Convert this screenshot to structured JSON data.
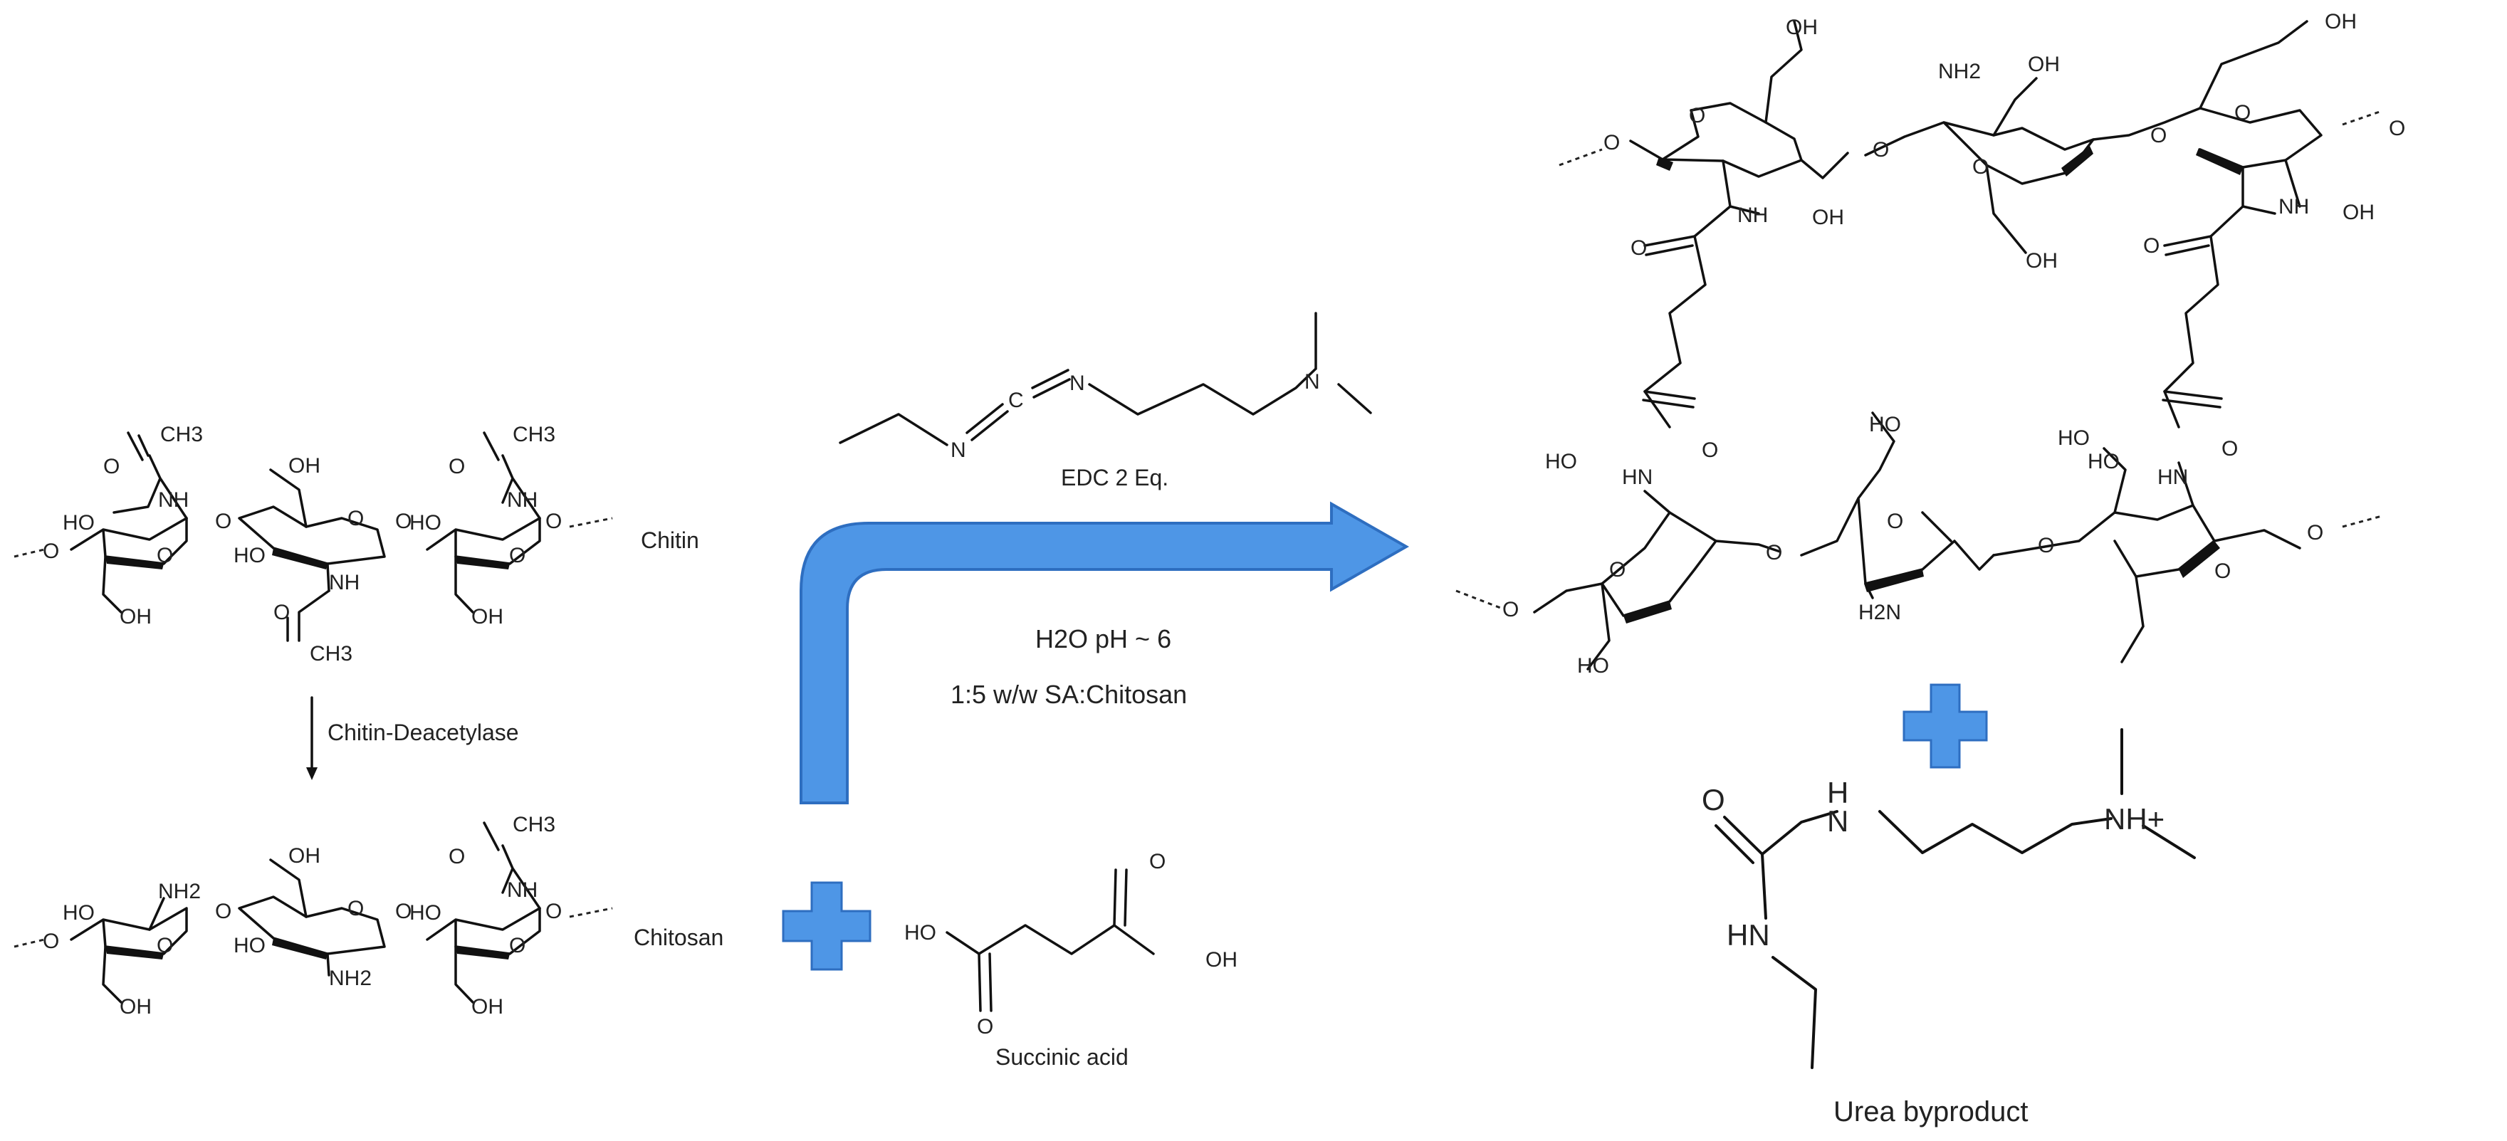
{
  "colors": {
    "accent": "#4e96e6",
    "accent_dark": "#2e6ec0",
    "ink": "#111111"
  },
  "chitin": {
    "label": "Chitin",
    "atoms": {
      "ch3_a": "CH3",
      "o_a": "O",
      "nh_a": "NH",
      "ho_a": "HO",
      "o_ring_a": "O",
      "oh_a": "OH",
      "o_link_a": "O",
      "oh_b": "OH",
      "o_ring_b": "O",
      "ho_b": "HO",
      "nh_b": "NH",
      "o_b": "O",
      "ch3_b": "CH3",
      "o_link_b": "O",
      "ch3_c": "CH3",
      "o_c": "O",
      "nh_c": "NH",
      "ho_c": "HO",
      "o_ring_c": "O",
      "oh_c": "OH"
    }
  },
  "enzyme": {
    "label": "Chitin-Deacetylase"
  },
  "chitosan": {
    "label": "Chitosan",
    "atoms": {
      "nh2_a": "NH2",
      "ho_a": "HO",
      "o_ring_a": "O",
      "oh_a": "OH",
      "o_link_a": "O",
      "oh_b": "OH",
      "o_ring_b": "O",
      "ho_b": "HO",
      "nh2_b": "NH2",
      "o_link_b": "O",
      "ch3_c": "CH3",
      "o_c": "O",
      "nh_c": "NH",
      "ho_c": "HO",
      "o_ring_c": "O",
      "oh_c": "OH"
    }
  },
  "succinic_acid": {
    "label": "Succinic acid",
    "atoms": {
      "ho": "HO",
      "o_top": "O",
      "oh": "OH",
      "o_bottom": "O"
    }
  },
  "edc": {
    "label": "EDC 2 Eq.",
    "atoms": {
      "n1": "N",
      "c": "C",
      "n2": "N",
      "n3": "N"
    }
  },
  "conditions": {
    "line1": "H2O pH ~ 6",
    "line2": "1:5 w/w SA:Chitosan"
  },
  "product": {
    "atoms": {
      "oh_1": "OH",
      "o_r1": "O",
      "o_1": "O",
      "nh_1": "NH",
      "oh_2": "OH",
      "o_amide_1": "O",
      "nh2_top": "NH2",
      "oh_3": "OH",
      "o_link_t": "O",
      "o_r2": "O",
      "oh_4": "OH",
      "o_link_t2": "O",
      "oh_5": "OH",
      "o_r3": "O",
      "o_end_t": "O",
      "nh_2": "NH",
      "oh_6": "OH",
      "o_amide_2": "O",
      "o_amide_3": "O",
      "hn_1": "HN",
      "ho_1": "HO",
      "ho_2": "HO",
      "o_link_b1": "O",
      "o_r4": "O",
      "h2n": "H2N",
      "ho_3": "HO",
      "o_link_b2": "O",
      "o_r5": "O",
      "o_amide_4": "O",
      "hn_2": "HN",
      "ho_4": "HO",
      "o_r6": "O",
      "o_end_b": "O",
      "ho_5": "HO",
      "o_start_b": "O"
    }
  },
  "urea": {
    "label": "Urea byproduct",
    "atoms": {
      "o": "O",
      "h": "H",
      "n": "N",
      "nh_plus": "NH+",
      "hn": "HN"
    }
  }
}
